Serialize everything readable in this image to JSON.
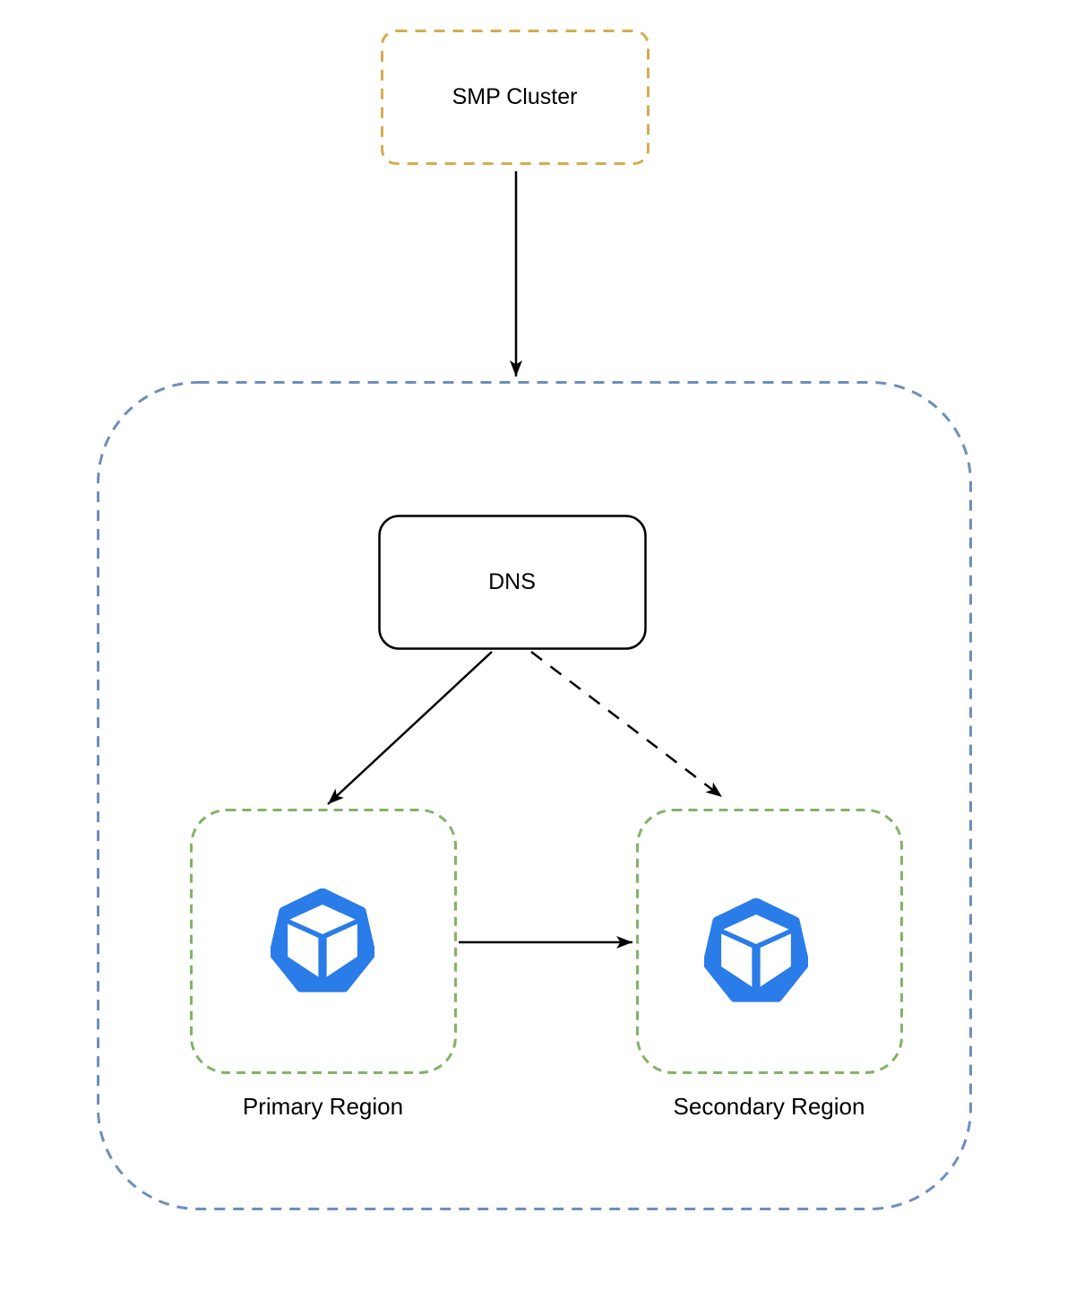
{
  "diagram": {
    "nodes": {
      "smp_cluster": {
        "label": "SMP Cluster"
      },
      "dns": {
        "label": "DNS"
      },
      "primary_region": {
        "label": "Primary Region"
      },
      "secondary_region": {
        "label": "Secondary Region"
      }
    },
    "icons": {
      "primary": "cube-heptagon-icon",
      "secondary": "cube-heptagon-icon"
    },
    "edges": [
      {
        "from": "SMP Cluster",
        "to": "DNS group container",
        "style": "solid-arrow"
      },
      {
        "from": "DNS",
        "to": "Primary Region",
        "style": "solid-arrow"
      },
      {
        "from": "DNS",
        "to": "Secondary Region",
        "style": "dashed-arrow"
      },
      {
        "from": "Primary Region",
        "to": "Secondary Region",
        "style": "solid-arrow"
      }
    ],
    "colors": {
      "smp_border": "#D5AC4E",
      "group_border": "#6C8EBF",
      "region_border": "#82B366",
      "dns_border": "#000000",
      "icon_blue": "#2A7CE8",
      "arrow": "#000000",
      "background": "#FFFFFF",
      "text": "#000000"
    }
  }
}
